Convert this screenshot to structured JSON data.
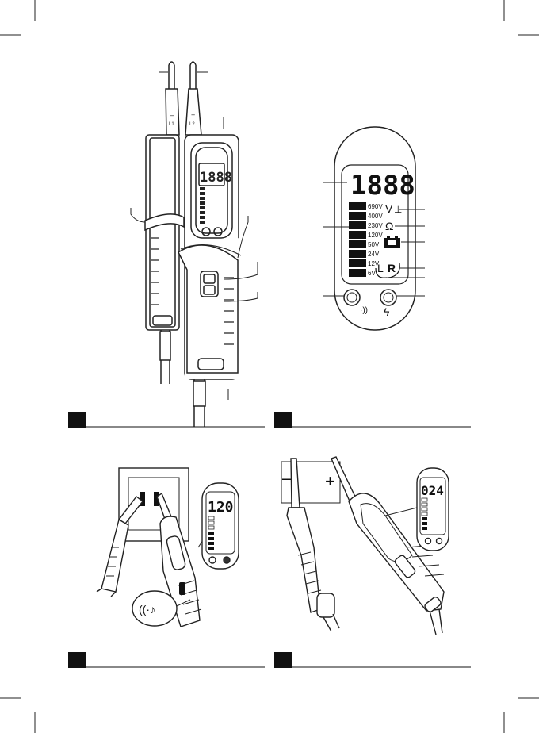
{
  "probe_labels": {
    "minus_sign": "–",
    "minus_line": "L1",
    "plus_sign": "+",
    "plus_line": "L2"
  },
  "display": {
    "digits": "1888",
    "voltage_scale": [
      "690V",
      "400V",
      "230V",
      "120V",
      "50V",
      "24V",
      "12V",
      "6V"
    ],
    "volt_symbol": "V",
    "volt_ac_dc_symbol": "⊥",
    "ohm_symbol": "Ω",
    "left_rotation": "L",
    "right_rotation": "R",
    "sound_symbol": "·))",
    "lightning_symbol": "ϟ"
  },
  "socket_example": {
    "digits": "120"
  },
  "battery_example": {
    "digits": "024",
    "minus": "–",
    "plus": "+"
  },
  "buzzer_note": "((·♪",
  "section_markers": [
    "",
    "",
    "",
    ""
  ]
}
